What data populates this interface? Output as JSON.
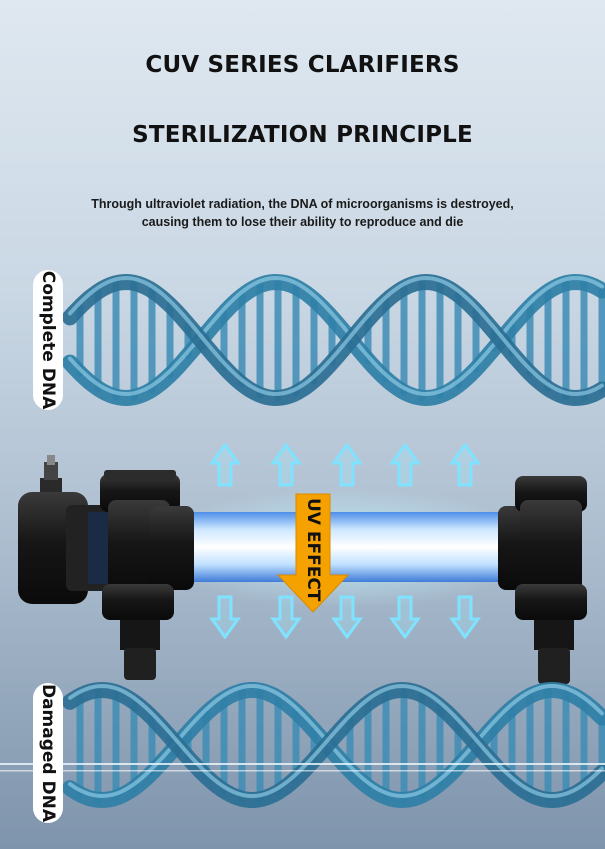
{
  "header": {
    "title_line1": "CUV SERIES CLARIFIERS",
    "title_line2": "STERILIZATION PRINCIPLE"
  },
  "description": {
    "line1": "Through ultraviolet radiation, the DNA of microorganisms is destroyed,",
    "line2": "causing them to lose their ability to reproduce and die"
  },
  "labels": {
    "complete_dna": "Complete DNA",
    "damaged_dna": "Damaged DNA",
    "uv_effect": "UV EFFECT"
  },
  "colors": {
    "dna": "#2f7fa6",
    "uv_glow": "#7fe3ff",
    "uv_effect_arrow": "#f5a100",
    "housing": "#1c1c1c"
  }
}
